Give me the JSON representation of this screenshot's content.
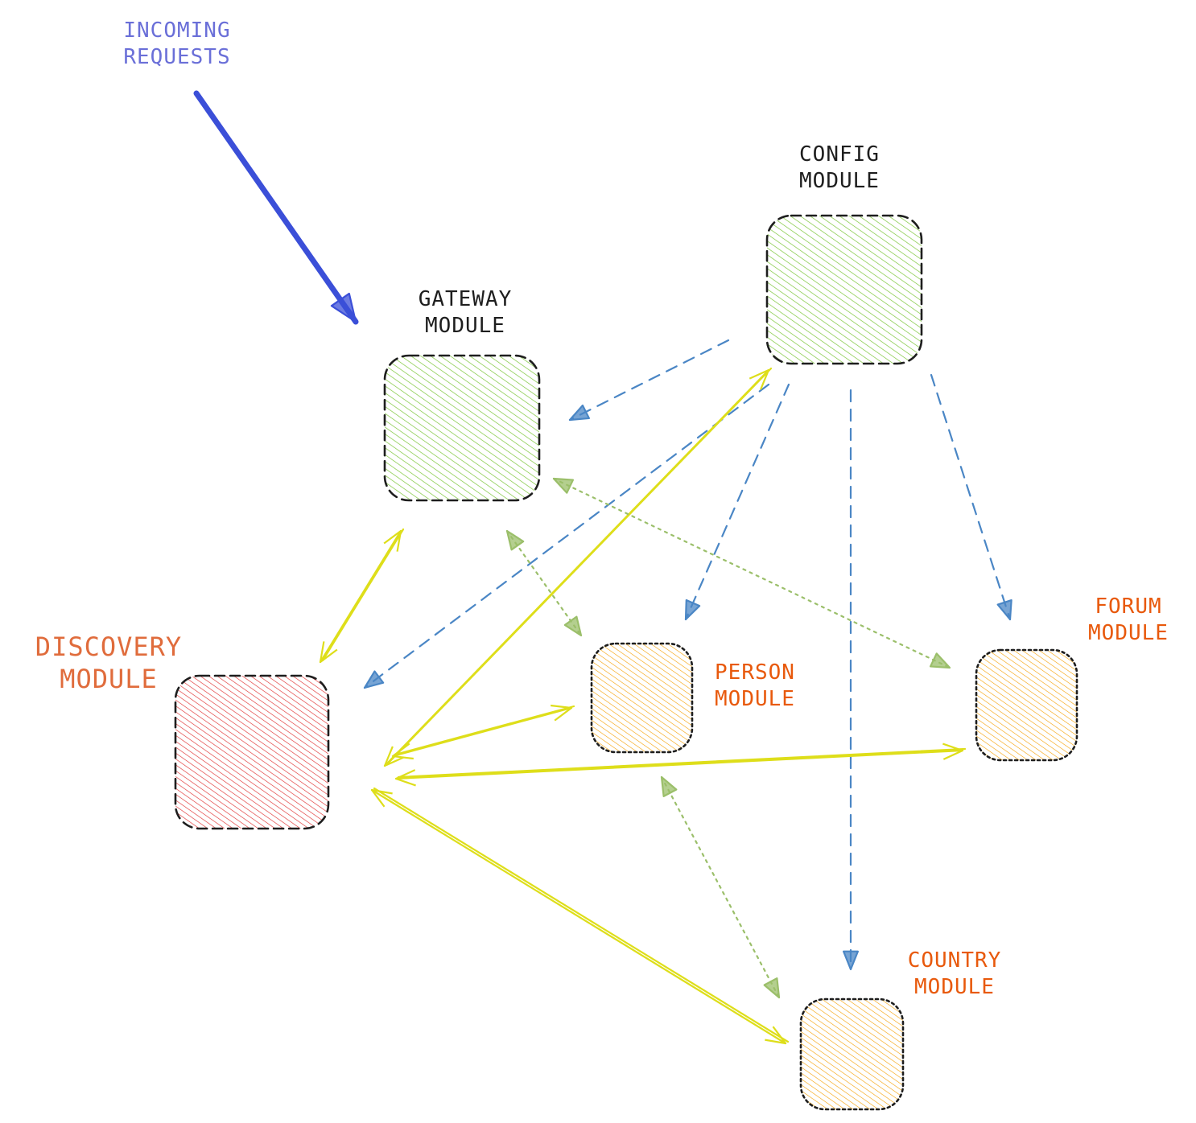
{
  "diagram": {
    "incoming": {
      "label": "INCOMING\nREQUESTS",
      "color": "#6a6fd8"
    },
    "nodes": [
      {
        "id": "gateway",
        "label": "GATEWAY\nMODULE",
        "fill": "#7cc639",
        "label_color": "#1e1e1e",
        "border": "dashed"
      },
      {
        "id": "config",
        "label": "CONFIG\nMODULE",
        "fill": "#7cc639",
        "label_color": "#1e1e1e",
        "border": "dashed"
      },
      {
        "id": "discovery",
        "label": "DISCOVERY\nMODULE",
        "fill": "#e03131",
        "label_color": "#e06c3c",
        "border": "dashed"
      },
      {
        "id": "person",
        "label": "PERSON\nMODULE",
        "fill": "#f59f00",
        "label_color": "#e8590c",
        "border": "dotted"
      },
      {
        "id": "forum",
        "label": "FORUM\nMODULE",
        "fill": "#f59f00",
        "label_color": "#e8590c",
        "border": "dotted"
      },
      {
        "id": "country",
        "label": "COUNTRY\nMODULE",
        "fill": "#f59f00",
        "label_color": "#e8590c",
        "border": "dotted"
      }
    ],
    "edge_colors": {
      "incoming": "#3b4fd8",
      "config": "#4a86c5",
      "discovery": "#dede1a",
      "gateway_route": "#9bbf6a"
    }
  }
}
